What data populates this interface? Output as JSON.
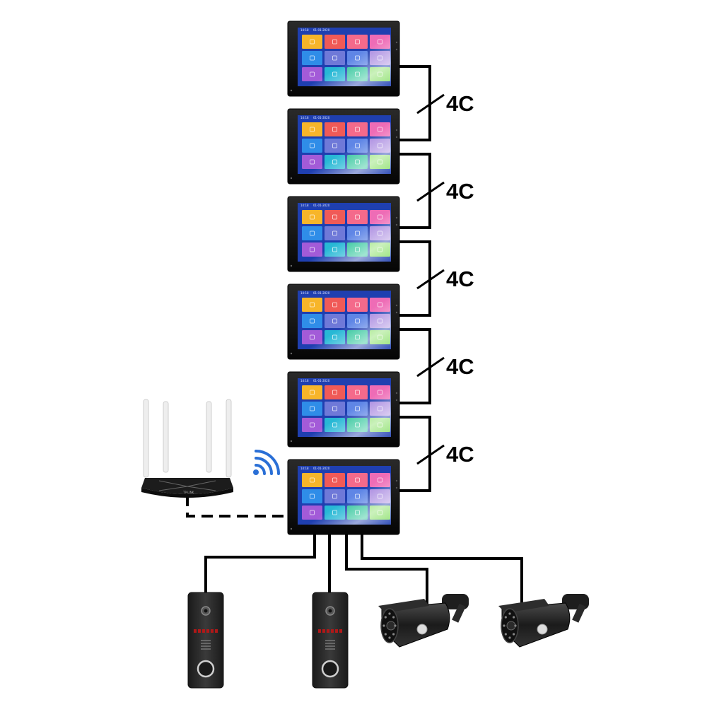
{
  "monitor": {
    "status_time": "14:18",
    "status_date": "01-01-2020",
    "tile_colors": [
      "#f7b52a",
      "#f05a57",
      "#f46a8b",
      "#ee6cb6",
      "#2f8de8",
      "#6f79d8",
      "#5f86e6",
      "#a98ae0",
      "#a35bd8",
      "#27b8d5",
      "#2ec59a",
      "#8be06b",
      "#b86ee6"
    ],
    "screen_color": "#1f3fb0",
    "count": 6
  },
  "links": [
    {
      "label": "4C"
    },
    {
      "label": "4C"
    },
    {
      "label": "4C"
    },
    {
      "label": "4C"
    },
    {
      "label": "4C"
    }
  ],
  "router": {
    "brand_text": "TP-LINK",
    "color": "#1c1c1c"
  },
  "wifi": {
    "color": "#2a6fd6"
  },
  "door_stations": {
    "count": 2,
    "color": "#2b2b2b"
  },
  "cameras": {
    "count": 2,
    "color": "#1e1e1e"
  }
}
